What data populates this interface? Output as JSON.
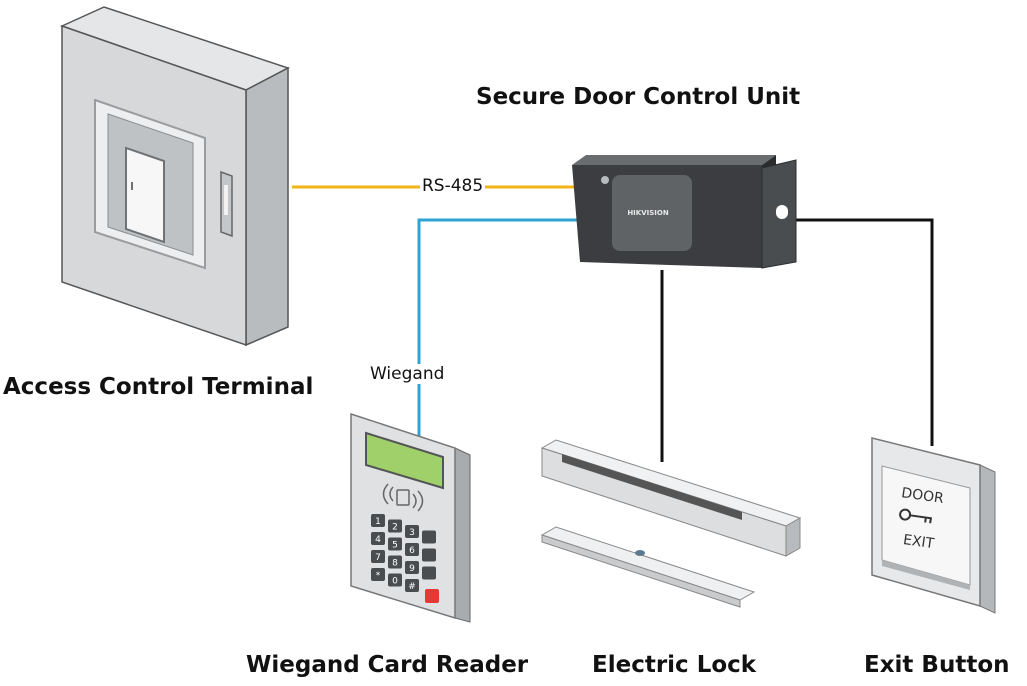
{
  "labels": {
    "secure_door_unit": "Secure Door Control Unit",
    "access_terminal": "Access Control Terminal",
    "card_reader": "Wiegand Card Reader",
    "electric_lock": "Electric Lock",
    "exit_button": "Exit Button"
  },
  "connections": {
    "rs485": "RS-485",
    "wiegand": "Wiegand"
  },
  "device_text": {
    "brand": "HIKVISION",
    "door_word": "DOOR",
    "exit_word": "EXIT",
    "keypad_keys": [
      "1",
      "2",
      "3",
      "4",
      "5",
      "6",
      "7",
      "8",
      "9",
      "*",
      "0",
      "#"
    ]
  },
  "colors": {
    "rs485_line": "#f2b417",
    "wiegand_line": "#2ea3d6",
    "wire": "#111111"
  },
  "icons": {
    "contactless": "contactless-icon",
    "key": "key-icon",
    "bell": "bell-icon"
  }
}
